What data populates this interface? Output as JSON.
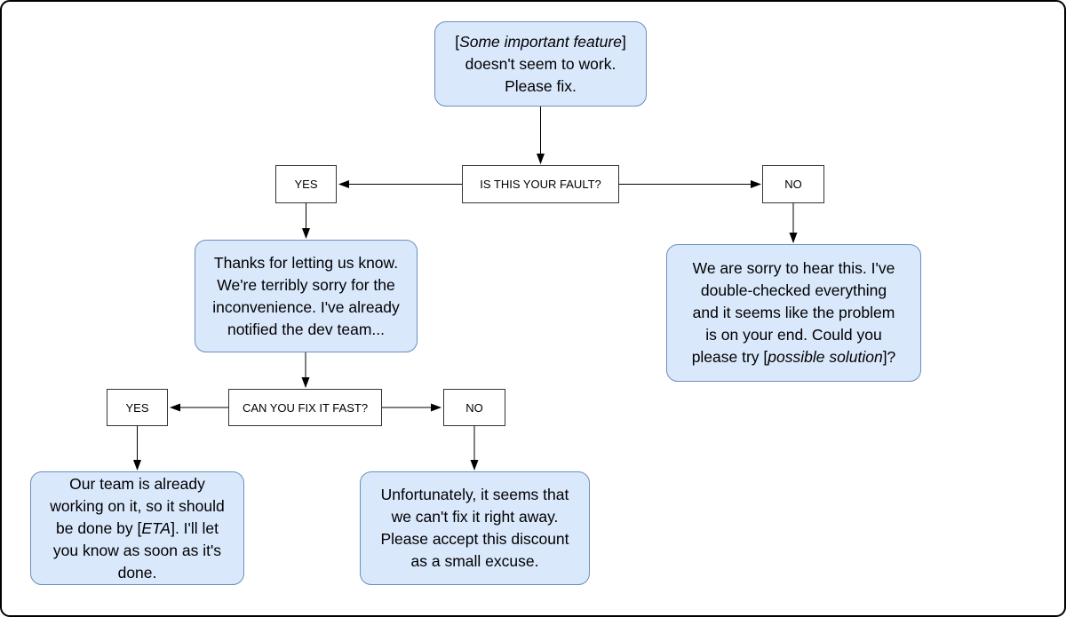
{
  "palette": {
    "message_fill": "#dae8fc",
    "message_border": "#6c8ebf",
    "decision_fill": "#ffffff",
    "decision_border": "#333333",
    "connector_color": "#000000",
    "frame_border": "#000000",
    "text_color": "#000000"
  },
  "diagram": {
    "type": "flowchart",
    "nodes": {
      "complaint": {
        "pre": "[",
        "italic": "Some important feature",
        "post": "]\ndoesn't seem to work.\nPlease fix."
      },
      "fault_question": {
        "label": "IS THIS YOUR FAULT?"
      },
      "fault_yes": {
        "label": "YES"
      },
      "fault_no": {
        "label": "NO"
      },
      "thanks": {
        "text": "Thanks for letting us know.\nWe're terribly sorry for the\ninconvenience. I've already\nnotified the dev team..."
      },
      "sorry": {
        "pre": "We are sorry to hear this. I've\ndouble-checked everything\nand it seems like the problem\nis on your end. Could you\nplease try [",
        "italic": "possible solution",
        "post": "]?"
      },
      "fast_question": {
        "label": "CAN YOU FIX IT FAST?"
      },
      "fast_yes": {
        "label": "YES"
      },
      "fast_no": {
        "label": "NO"
      },
      "our_team": {
        "pre": "Our team is already\nworking on it, so it should\nbe done by [",
        "italic": "ETA",
        "post": "]. I'll let\nyou know as soon as it's\ndone."
      },
      "cant_fix": {
        "text": "Unfortunately, it seems that\nwe can't fix it right away.\nPlease accept this discount\nas a small excuse."
      }
    },
    "edges": [
      {
        "from": "complaint",
        "to": "fault_question"
      },
      {
        "from": "fault_question",
        "to": "fault_yes"
      },
      {
        "from": "fault_question",
        "to": "fault_no"
      },
      {
        "from": "fault_yes",
        "to": "thanks"
      },
      {
        "from": "fault_no",
        "to": "sorry"
      },
      {
        "from": "thanks",
        "to": "fast_question"
      },
      {
        "from": "fast_question",
        "to": "fast_yes"
      },
      {
        "from": "fast_question",
        "to": "fast_no"
      },
      {
        "from": "fast_yes",
        "to": "our_team"
      },
      {
        "from": "fast_no",
        "to": "cant_fix"
      }
    ]
  }
}
